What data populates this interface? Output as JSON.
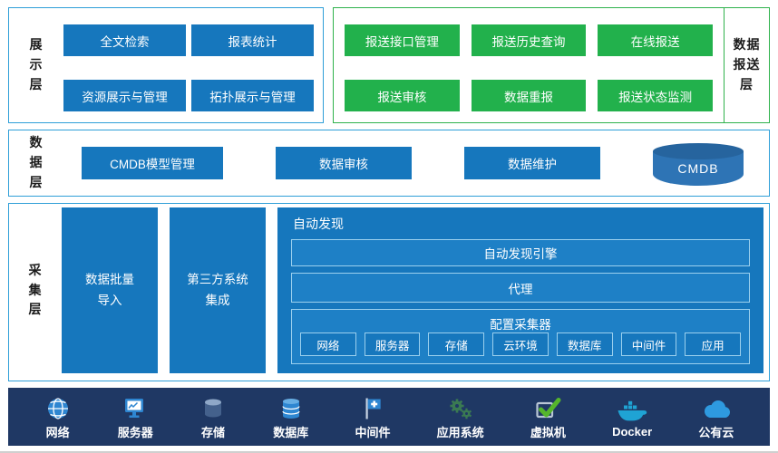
{
  "presentation_layer": {
    "label": "展\n示\n层",
    "buttons": [
      "全文检索",
      "报表统计",
      "资源展示与管理",
      "拓扑展示与管理"
    ]
  },
  "reporting_layer": {
    "label": "数据\n报送\n层",
    "buttons": [
      "报送接口管理",
      "报送历史查询",
      "在线报送",
      "报送审核",
      "数据重报",
      "报送状态监测"
    ]
  },
  "data_layer": {
    "label": "数\n据\n层",
    "buttons": [
      "CMDB模型管理",
      "数据审核",
      "数据维护"
    ],
    "database_label": "CMDB"
  },
  "collection_layer": {
    "label": "采\n集\n层",
    "left_blocks": [
      "数据批量\n导入",
      "第三方系统\n集成"
    ],
    "auto_discovery": {
      "title": "自动发现",
      "rows": [
        "自动发现引擎",
        "代理"
      ],
      "collector": {
        "title": "配置采集器",
        "items": [
          "网络",
          "服务器",
          "存储",
          "云环境",
          "数据库",
          "中间件",
          "应用"
        ]
      }
    }
  },
  "infrastructure_bar": {
    "items": [
      {
        "label": "网络",
        "icon": "globe-icon"
      },
      {
        "label": "服务器",
        "icon": "server-icon"
      },
      {
        "label": "存储",
        "icon": "storage-icon"
      },
      {
        "label": "数据库",
        "icon": "database-icon"
      },
      {
        "label": "中间件",
        "icon": "middleware-icon"
      },
      {
        "label": "应用系统",
        "icon": "application-icon"
      },
      {
        "label": "虚拟机",
        "icon": "virtual-machine-icon"
      },
      {
        "label": "Docker",
        "icon": "docker-icon"
      },
      {
        "label": "公有云",
        "icon": "public-cloud-icon"
      }
    ]
  },
  "colors": {
    "primary_blue": "#1677bd",
    "green": "#22b14c",
    "panel_border_blue": "#2f9fd8",
    "panel_border_green": "#2fb24c",
    "bottom_bar_navy": "#1f3864",
    "cylinder_blue": "#2e74b5"
  }
}
